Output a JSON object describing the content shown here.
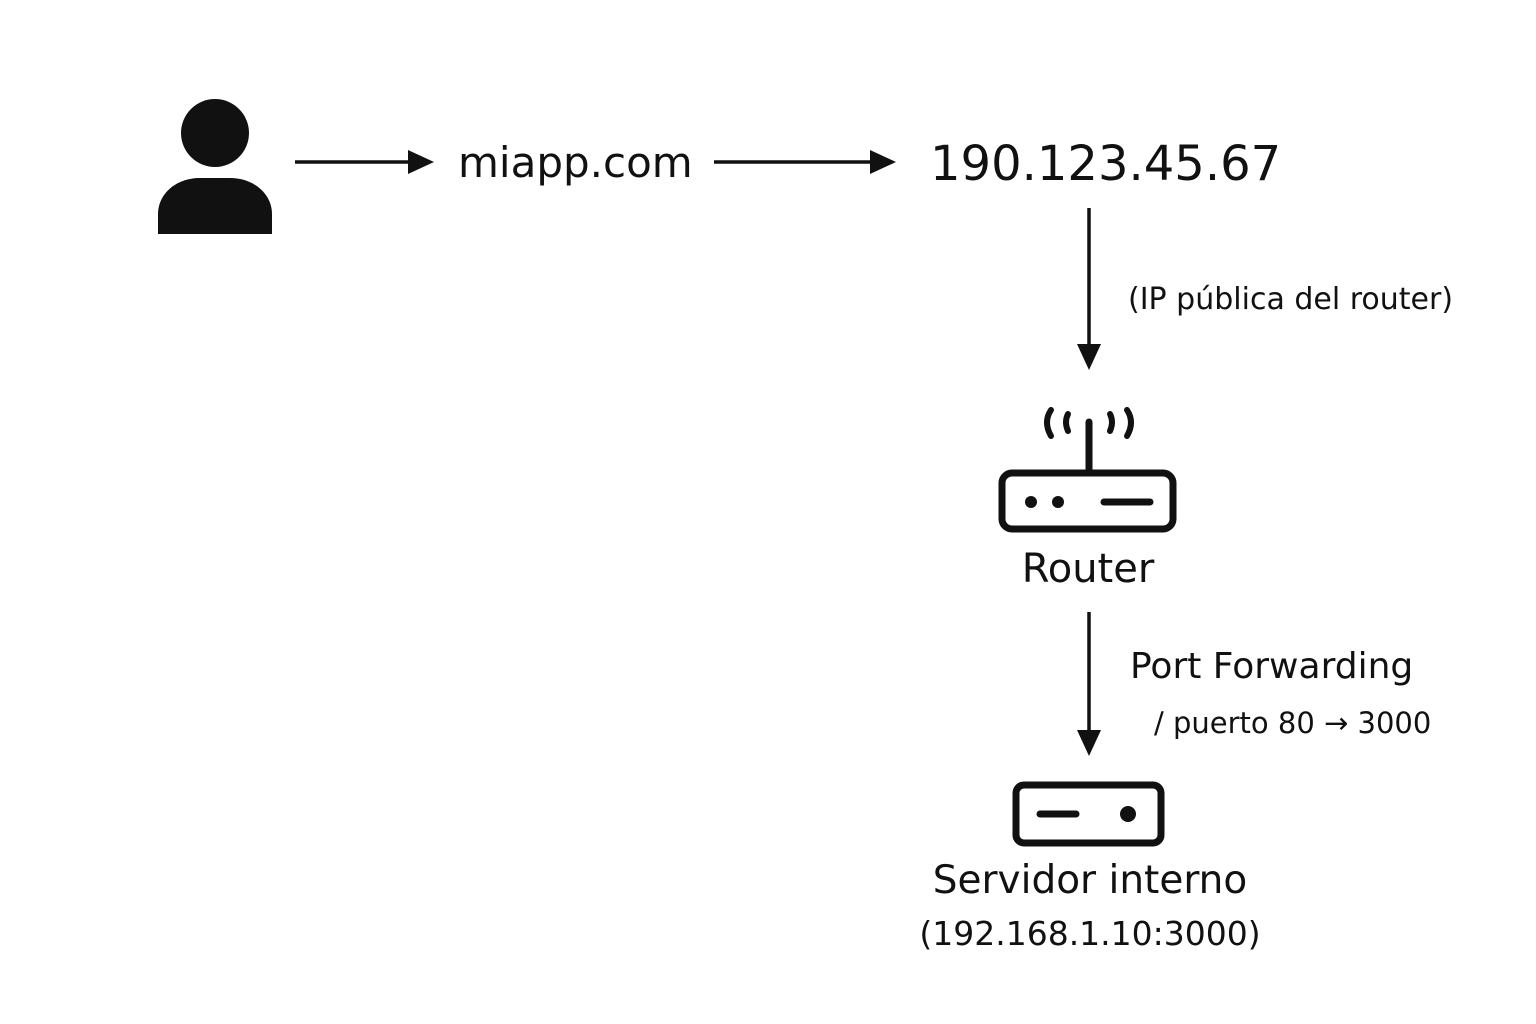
{
  "nodes": {
    "user": {
      "icon": "user-icon"
    },
    "domain": {
      "label": "miapp.com"
    },
    "public_ip": {
      "label": "190.123.45.67",
      "note": "(IP pública del router)"
    },
    "router": {
      "icon": "router-icon",
      "label": "Router"
    },
    "port_forwarding": {
      "label": "Port Forwarding",
      "detail": "/ puerto 80 → 3000"
    },
    "server": {
      "icon": "server-icon",
      "label": "Servidor interno",
      "address": "(192.168.1.10:3000)"
    }
  },
  "colors": {
    "stroke": "#111111",
    "background": "#ffffff"
  }
}
